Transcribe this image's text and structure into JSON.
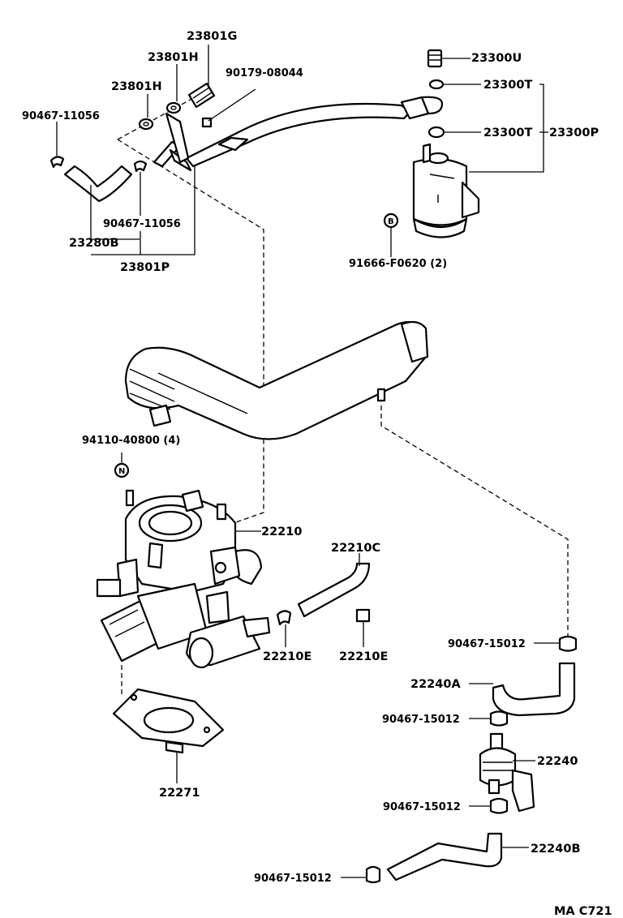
{
  "parts": {
    "p23801G": "23801G",
    "p23801H_top": "23801H",
    "p23801H_left": "23801H",
    "p90179": "90179-08044",
    "p90467_11056_a": "90467-11056",
    "p90467_11056_b": "90467-11056",
    "p23280B": "23280B",
    "p23801P": "23801P",
    "p23300U": "23300U",
    "p23300T_a": "23300T",
    "p23300T_b": "23300T",
    "p23300P": "23300P",
    "p91666": "91666-F0620 (2)",
    "p94110": "94110-40800 (4)",
    "p22210": "22210",
    "p22210C": "22210C",
    "p22210E_a": "22210E",
    "p22210E_b": "22210E",
    "p22271": "22271",
    "p90467_15012_a": "90467-15012",
    "p22240A": "22240A",
    "p90467_15012_b": "90467-15012",
    "p22240": "22240",
    "p90467_15012_c": "90467-15012",
    "p22240B": "22240B",
    "p90467_15012_d": "90467-15012"
  },
  "codes": {
    "b": "B",
    "n": "N"
  },
  "figure_id": "MA C721"
}
